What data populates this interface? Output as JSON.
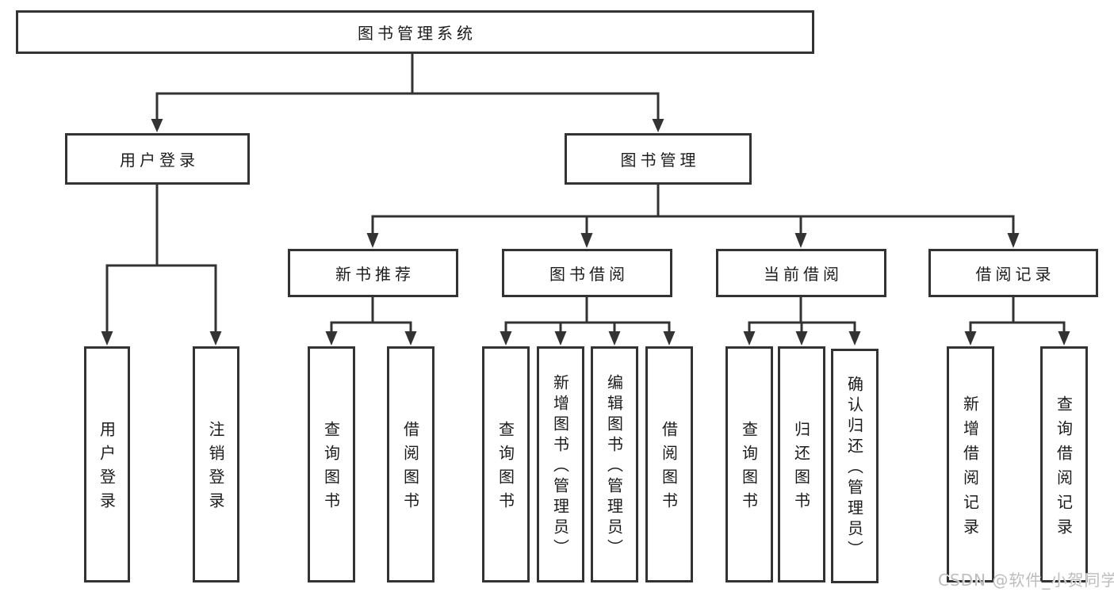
{
  "colors": {
    "line": "#333333",
    "box_border": "#333333",
    "text": "#1c1c1c",
    "watermark": "#bdbdbd",
    "background": "#ffffff"
  },
  "watermark": "CSDN @软件_小贺同学",
  "tree": {
    "root": {
      "label": "图书管理系统"
    },
    "branches": [
      {
        "label": "用户登录",
        "children": [
          {
            "label": "用户登录"
          },
          {
            "label": "注销登录"
          }
        ]
      },
      {
        "label": "图书管理",
        "children": [
          {
            "label": "新书推荐",
            "children": [
              {
                "label": "查询图书"
              },
              {
                "label": "借阅图书"
              }
            ]
          },
          {
            "label": "图书借阅",
            "children": [
              {
                "label": "查询图书"
              },
              {
                "label": "新增图书（管理员）"
              },
              {
                "label": "编辑图书（管理员）"
              },
              {
                "label": "借阅图书"
              }
            ]
          },
          {
            "label": "当前借阅",
            "children": [
              {
                "label": "查询图书"
              },
              {
                "label": "归还图书"
              },
              {
                "label": "确认归还（管理员）"
              }
            ]
          },
          {
            "label": "借阅记录",
            "children": [
              {
                "label": "新增借阅记录"
              },
              {
                "label": "查询借阅记录"
              }
            ]
          }
        ]
      }
    ]
  }
}
